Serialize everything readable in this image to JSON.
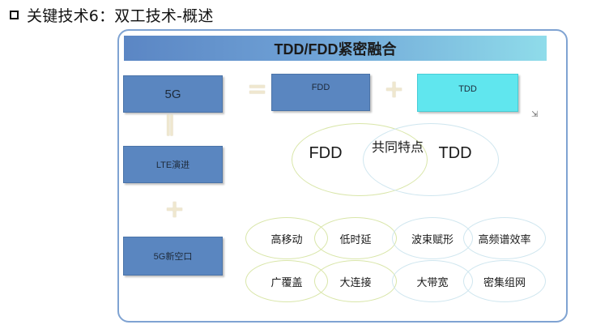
{
  "slide": {
    "title": "关键技术6：双工技术-概述"
  },
  "header": {
    "title": "TDD/FDD紧密融合"
  },
  "left_column": {
    "box_5g": "5G",
    "equals_symbol": "‖",
    "box_lte": "LTE演进",
    "plus_symbol": "+",
    "box_new_air": "5G新空口"
  },
  "top_row": {
    "equals_symbol": "=",
    "box_fdd": "FDD",
    "plus_symbol": "+",
    "box_tdd": "TDD"
  },
  "venn": {
    "left_label": "FDD",
    "center_label": "共同特点",
    "right_label": "TDD"
  },
  "features": [
    "高移动",
    "低时延",
    "波束赋形",
    "高频谱效率",
    "广覆盖",
    "大连接",
    "大带宽",
    "密集组网"
  ],
  "colors": {
    "box_blue": "#5a86c0",
    "box_cyan": "#60e6ee",
    "frame_border": "#7fa3d2"
  }
}
